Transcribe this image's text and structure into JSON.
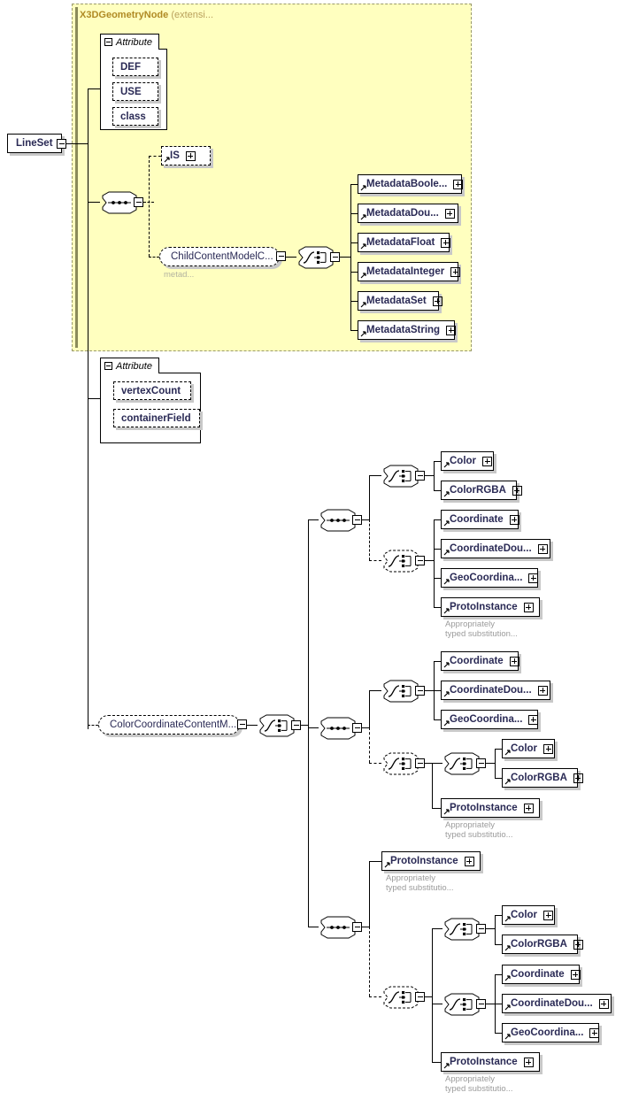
{
  "diagram": {
    "title": "LineSet",
    "root": {
      "label": "LineSet"
    },
    "extension_region": {
      "base_type": "X3DGeometryNode",
      "suffix": "(extensi...",
      "label_full": "X3DGeometryNode (extensi..."
    },
    "attribute_groups": [
      {
        "tab_label": "Attribute",
        "fields": [
          "DEF",
          "USE",
          "class"
        ]
      },
      {
        "tab_label": "Attribute",
        "fields": [
          "vertexCount",
          "containerField"
        ]
      }
    ],
    "inherited_children": {
      "is_element": "IS",
      "group_ref": "ChildContentModelC...",
      "group_note": "metad...",
      "metadata_choices": [
        "MetadataBoole...",
        "MetadataDou...",
        "MetadataFloat",
        "MetadataInteger",
        "MetadataSet",
        "MetadataString"
      ]
    },
    "content_model": {
      "group_ref": "ColorCoordinateContentM...",
      "sequences": [
        {
          "name": "sequence-1",
          "branches": [
            {
              "kind": "choice",
              "optional": false,
              "items": [
                "Color",
                "ColorRGBA"
              ]
            },
            {
              "kind": "choice",
              "optional": true,
              "items": [
                "Coordinate",
                "CoordinateDou...",
                "GeoCoordina...",
                "ProtoInstance"
              ],
              "annotation_for": "ProtoInstance",
              "annotation": "Appropriately\ntyped substitution..."
            }
          ]
        },
        {
          "name": "sequence-2",
          "branches": [
            {
              "kind": "choice",
              "optional": false,
              "items": [
                "Coordinate",
                "CoordinateDou...",
                "GeoCoordina..."
              ]
            },
            {
              "kind": "choice",
              "optional": true,
              "items": [
                "ProtoInstance"
              ],
              "nested_choice": [
                "Color",
                "ColorRGBA"
              ],
              "annotation_for": "ProtoInstance",
              "annotation": "Appropriately\ntyped substitutio..."
            }
          ]
        },
        {
          "name": "sequence-3",
          "branches": [
            {
              "kind": "element",
              "optional": false,
              "items": [
                "ProtoInstance"
              ],
              "annotation": "Appropriately\ntyped substitutio..."
            },
            {
              "kind": "choice",
              "optional": true,
              "items": [
                "ProtoInstance"
              ],
              "nested_choices": [
                [
                  "Color",
                  "ColorRGBA"
                ],
                [
                  "Coordinate",
                  "CoordinateDou...",
                  "GeoCoordina..."
                ]
              ],
              "annotation": "Appropriately\ntyped substitutio..."
            }
          ]
        }
      ]
    },
    "colors": {
      "extension_fill": "#ffffbf",
      "extension_border": "#9a9a6a",
      "element_text": "#2a2a55",
      "annotation_text": "#9b9b9b",
      "shadow": "#c8c8c8"
    }
  }
}
